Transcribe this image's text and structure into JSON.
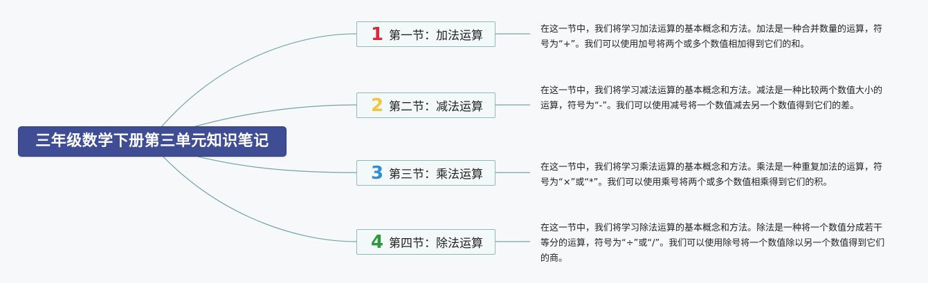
{
  "root": {
    "label": "三年级数学下册第三单元知识笔记",
    "bg_color": "#3f4e94"
  },
  "connector_color": "#6fa3a8",
  "sections": [
    {
      "number": "1",
      "number_color": "#d62b3d",
      "label": "第一节：加法运算",
      "description": "在这一节中，我们将学习加法运算的基本概念和方法。加法是一种合并数量的运算，符号为“+”。我们可以使用加号将两个或多个数值相加得到它们的和。"
    },
    {
      "number": "2",
      "number_color": "#f2c53d",
      "label": "第二节：减法运算",
      "description": "在这一节中，我们将学习减法运算的基本概念和方法。减法是一种比较两个数值大小的运算，符号为“-”。我们可以使用减号将一个数值减去另一个数值得到它们的差。"
    },
    {
      "number": "3",
      "number_color": "#2e8ed6",
      "label": "第三节：乘法运算",
      "description": "在这一节中，我们将学习乘法运算的基本概念和方法。乘法是一种重复加法的运算，符号为“×”或“*”。我们可以使用乘号将两个或多个数值相乘得到它们的积。"
    },
    {
      "number": "4",
      "number_color": "#2a9a3a",
      "label": "第四节：除法运算",
      "description": "在这一节中，我们将学习除法运算的基本概念和方法。除法是一种将一个数值分成若干等分的运算，符号为“÷”或“/”。我们可以使用除号将一个数值除以另一个数值得到它们的商。"
    }
  ]
}
